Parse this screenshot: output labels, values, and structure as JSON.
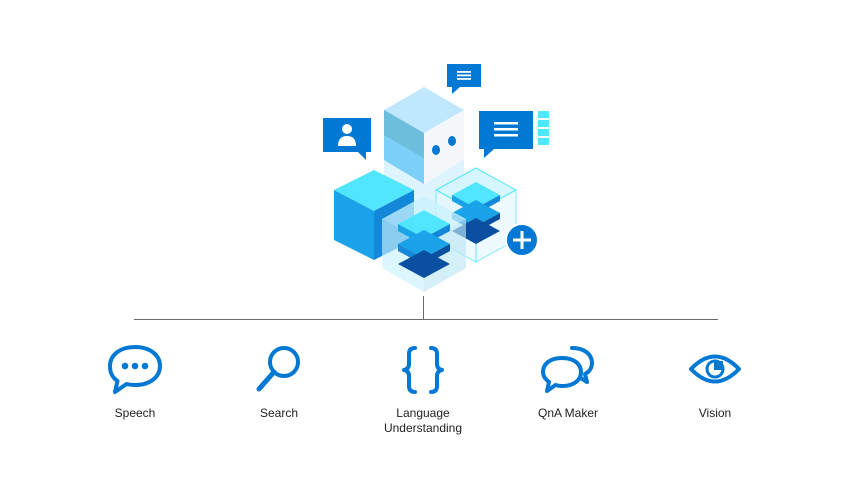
{
  "colors": {
    "accent": "#0078d4",
    "cube_light": "#50e6ff",
    "cube_mid": "#1aa3e8",
    "cube_dark": "#0a4fa0",
    "line": "#6b6b6b"
  },
  "hero": {
    "icons": [
      "person-bubble-icon",
      "message-bubble-icon",
      "list-bubble-icon",
      "bot-cube-icon",
      "plus-icon"
    ]
  },
  "services": [
    {
      "name": "speech",
      "icon": "speech-bubble-dots-icon",
      "lines": [
        "Speech"
      ]
    },
    {
      "name": "search",
      "icon": "magnifier-icon",
      "lines": [
        "Search"
      ]
    },
    {
      "name": "language-understanding",
      "icon": "curly-braces-icon",
      "lines": [
        "Language",
        "Understanding"
      ]
    },
    {
      "name": "qna-maker",
      "icon": "chat-bubbles-icon",
      "lines": [
        "QnA Maker"
      ]
    },
    {
      "name": "vision",
      "icon": "eye-icon",
      "lines": [
        "Vision"
      ]
    }
  ]
}
